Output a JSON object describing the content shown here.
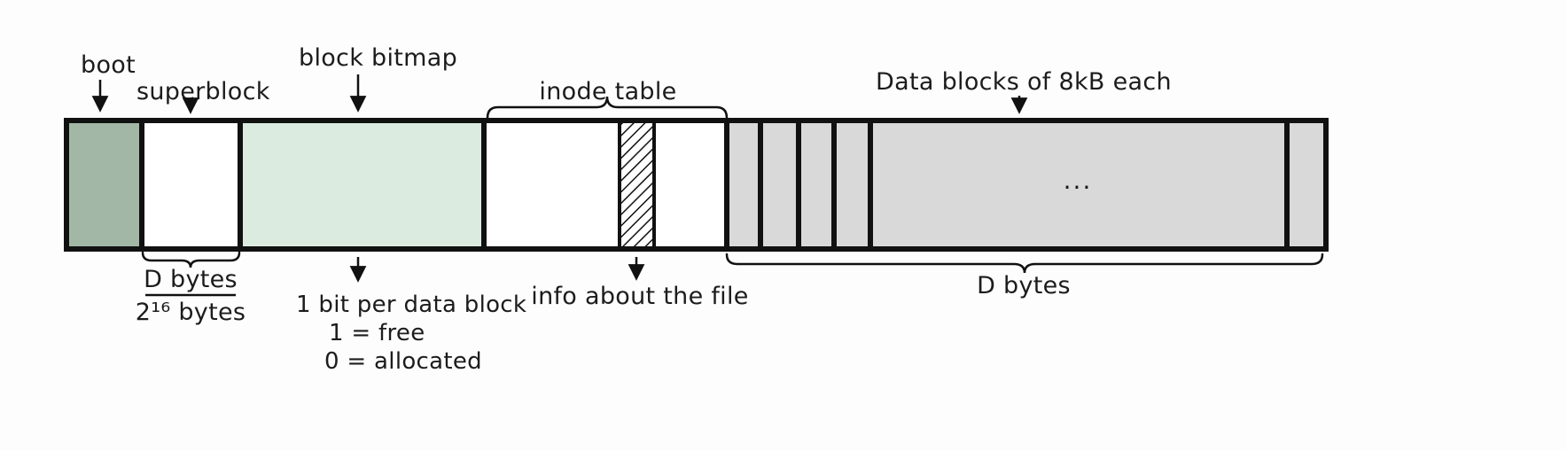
{
  "labels": {
    "boot": "boot",
    "superblock": "superblock",
    "block_bitmap": "block bitmap",
    "inode_table": "inode table",
    "data_blocks": "Data blocks of 8kB each",
    "superblock_size_numerator": "D bytes",
    "superblock_size_denominator": "2¹⁶ bytes",
    "bitmap_note_line1": "1 bit per data block",
    "bitmap_note_line2": "1 = free",
    "bitmap_note_line3": "0 = allocated",
    "inode_info": "info about the file",
    "data_size": "D bytes",
    "ellipsis": "..."
  },
  "colors": {
    "boot_fill": "#a2b7a6",
    "bitmap_fill": "#dcebe0",
    "data_fill": "#d9d9d9",
    "outline": "#111111"
  }
}
